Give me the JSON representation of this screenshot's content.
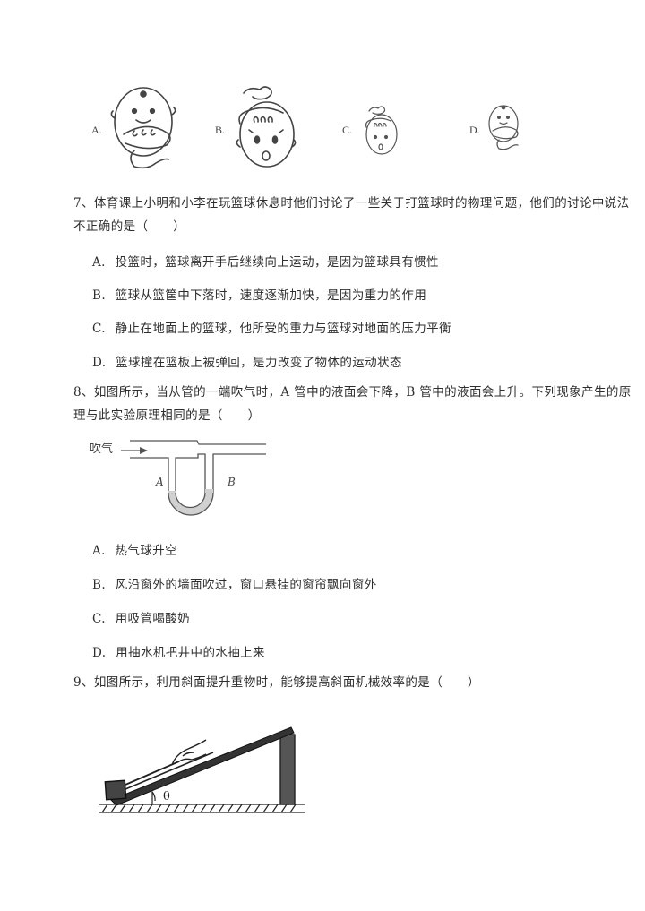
{
  "q6": {
    "image_options": [
      {
        "label": "A.",
        "icon": "baby-face-large-icon"
      },
      {
        "label": "B.",
        "icon": "girl-face-large-icon"
      },
      {
        "label": "C.",
        "icon": "girl-face-small-icon"
      },
      {
        "label": "D.",
        "icon": "baby-face-small-icon"
      }
    ]
  },
  "q7": {
    "stem_line1": "7、体育课上小明和小李在玩篮球休息时他们讨论了一些关于打篮球时的物理问题，他们的讨论中说法",
    "stem_line2": "不正确的是（　　）",
    "options": [
      {
        "label": "A.",
        "text": "投篮时，篮球离开手后继续向上运动，是因为篮球具有惯性"
      },
      {
        "label": "B.",
        "text": "篮球从篮筐中下落时，速度逐渐加快，是因为重力的作用"
      },
      {
        "label": "C.",
        "text": "静止在地面上的篮球，他所受的重力与篮球对地面的压力平衡"
      },
      {
        "label": "D.",
        "text": "篮球撞在篮板上被弹回，是力改变了物体的运动状态"
      }
    ]
  },
  "q8": {
    "stem_line1": "8、如图所示，当从管的一端吹气时，A 管中的液面会下降，B 管中的液面会上升。下列现象产生的原",
    "stem_line2": "理与此实验原理相同的是（　　）",
    "figure": {
      "blow_label": "吹气",
      "tube_a_label": "A",
      "tube_b_label": "B",
      "liquid_color": "#d0d0d0"
    },
    "options": [
      {
        "label": "A.",
        "text": "热气球升空"
      },
      {
        "label": "B.",
        "text": "风沿窗外的墙面吹过，窗口悬挂的窗帘飘向窗外"
      },
      {
        "label": "C.",
        "text": "用吸管喝酸奶"
      },
      {
        "label": "D.",
        "text": "用抽水机把井中的水抽上来"
      }
    ]
  },
  "q9": {
    "stem": "9、如图所示，利用斜面提升重物时，能够提高斜面机械效率的是（　　）",
    "figure": {
      "angle_label": "θ"
    }
  }
}
